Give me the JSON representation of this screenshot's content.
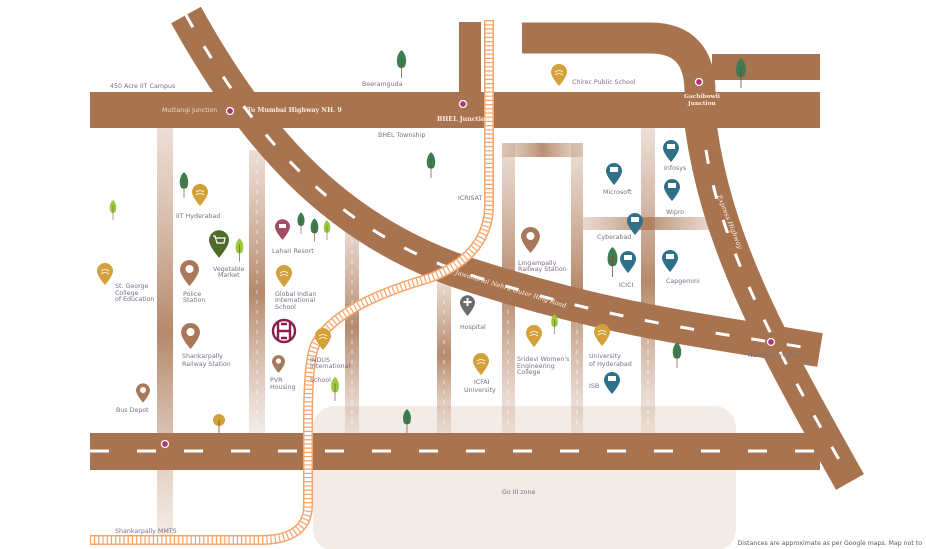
{
  "colors": {
    "road": "#A87450",
    "lane": "#C8A089",
    "rail": "#F7A46A",
    "zone": "#F3EBE5",
    "junction": "#B5326E",
    "gold": "#D4A03A",
    "brown_pin": "#A9785A",
    "teal": "#2F7189",
    "maroon": "#A34B63",
    "olive": "#4E6B2A",
    "grey": "#6B6B6B",
    "tree_dark": "#3E7D4F",
    "tree_light": "#9BCB3C"
  },
  "roads": {
    "mumbai_highway": "To Mumbai Highway NH. 9",
    "orr": "Jawaharlal Nehru Outer Ring Road",
    "express": "Express Highway"
  },
  "junctions": {
    "muttangi": "Muttangi Junction",
    "bhel": "BHEL Junction",
    "gachibowli": [
      "Gachibowli",
      "Junction"
    ],
    "narsing": "Narsing Junction"
  },
  "places": {
    "iit_campus": "450 Acre IIT Campus",
    "beeramguda": "Beeramguda",
    "bhel_township": "BHEL Township",
    "chirec": "Chirec Public School",
    "iit_hyderabad": "IIT Hyderabad",
    "vegetable_market": [
      "Vegetable",
      "Market"
    ],
    "lahari": "Lahari Resort",
    "st_george": [
      "St. George",
      "College",
      "of Education"
    ],
    "police": [
      "Police",
      "Station"
    ],
    "global_indian": [
      "Global Indian",
      "International",
      "School"
    ],
    "shankarpally_station": [
      "Shankarpally",
      "Railway Station"
    ],
    "pvr": [
      "PVR",
      "Housing"
    ],
    "indus": [
      "INDUS",
      "International",
      "School"
    ],
    "bus_depot": "Bus Depot",
    "icrisat": "ICRISAT",
    "hospital": "Hospital",
    "lingampally": [
      "Lingampally",
      "Railway Station"
    ],
    "microsoft": "Microsoft",
    "infosys": "Infosys",
    "wipro": "Wipro",
    "cyberabad": "Cyberabad",
    "icici": "ICICI",
    "capgemini": "Capgemini",
    "sridevi": [
      "Sridevi Women's",
      "Engineering",
      "College"
    ],
    "uoh": [
      "University",
      "of Hyderabad"
    ],
    "icfai": [
      "ICFAI",
      "University"
    ],
    "isb": "ISB",
    "go_zone": "Go III zone",
    "mmts": "Shankarpally MMTS"
  },
  "footer": "Distances are approximate as per Google maps. Map not to"
}
